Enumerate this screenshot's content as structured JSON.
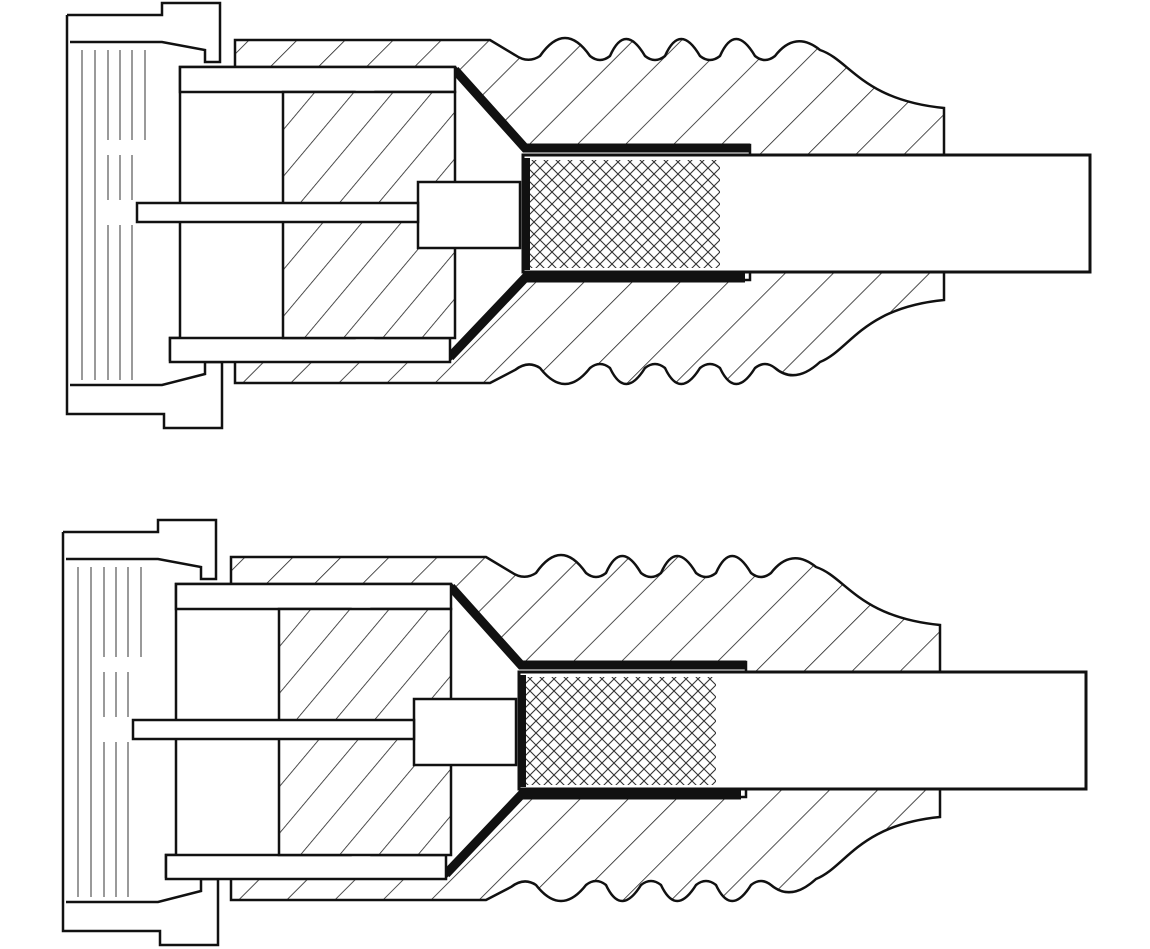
{
  "diagram": {
    "subject": "coaxial-connector-cross-section",
    "views": [
      {
        "id": "connector-top"
      },
      {
        "id": "connector-bottom"
      }
    ],
    "colors": {
      "line": "#111111",
      "hatch": "#222222",
      "thread": "#9a9a9a",
      "background": "#ffffff"
    }
  }
}
